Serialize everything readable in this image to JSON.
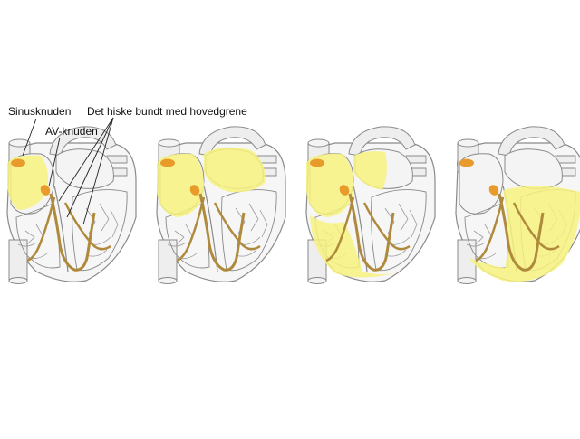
{
  "labels": {
    "sinus_node": "Sinusknuden",
    "av_node": "AV-knuden",
    "bundle_of_his": "Det hiske bundt med hovedgrene"
  },
  "colors": {
    "activation_yellow": "#f7f27e",
    "node_orange": "#e89a2a",
    "conduction_brown": "#b08a3c",
    "outline": "#8a8a8a",
    "vessel_fill": "#eeeeee",
    "chamber_fill": "#f6f6f6"
  },
  "panels": [
    {
      "step": 1,
      "activated": [
        "sinus-node-area"
      ]
    },
    {
      "step": 2,
      "activated": [
        "right-atrium",
        "left-atrium"
      ]
    },
    {
      "step": 3,
      "activated": [
        "right-atrium",
        "left-atrium-partial",
        "bundle-branches"
      ]
    },
    {
      "step": 4,
      "activated": [
        "ventricles"
      ]
    }
  ]
}
